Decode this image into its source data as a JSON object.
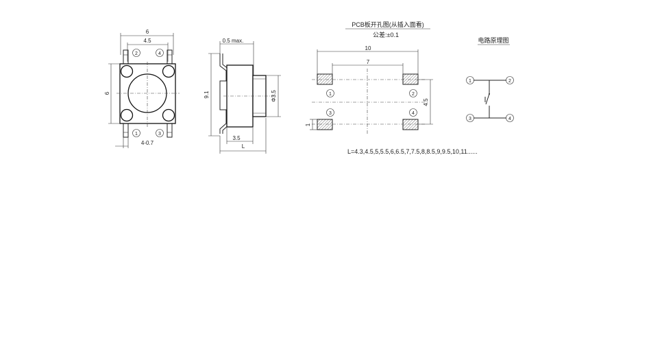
{
  "top_view": {
    "dim_width_outer": "6",
    "dim_width_inner": "4.5",
    "dim_height": "6",
    "dim_pin_pitch": "4-0.7",
    "pins": [
      "2",
      "4",
      "1",
      "3"
    ]
  },
  "side_view": {
    "dim_top": "0.5 max.",
    "dim_height": "9.1",
    "dim_diameter": "Φ3.5",
    "dim_body": "3.5",
    "dim_length": "L"
  },
  "pcb_layout": {
    "title": "PCB板开孔图(从插入面看)",
    "tolerance": "公差:±0.1",
    "dim_outer": "10",
    "dim_inner": "7",
    "dim_vertical": "4.5",
    "dim_pad": "1",
    "pins": [
      "1",
      "2",
      "3",
      "4"
    ]
  },
  "schematic": {
    "title": "电路原理图",
    "pins": [
      "1",
      "2",
      "3",
      "4"
    ]
  },
  "l_values": "L=4.3,4.5,5,5.5,6,6.5,7,7.5,8,8.5,9,9.5,10,11......"
}
